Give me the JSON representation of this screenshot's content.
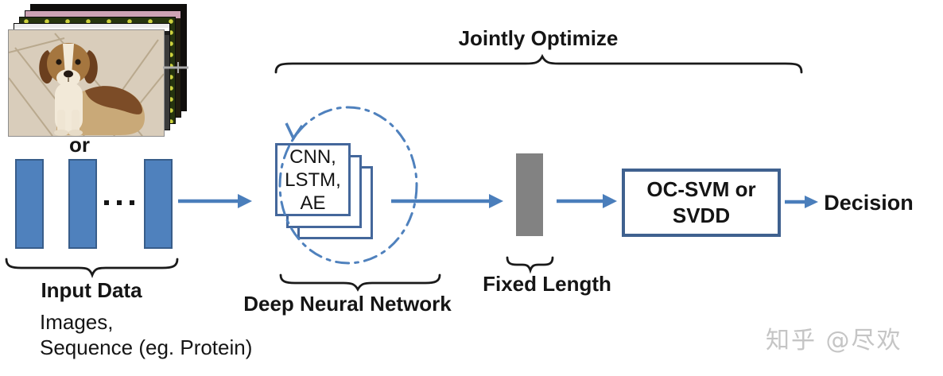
{
  "page": {
    "type": "deep-learning-anomaly-detection-flow-diagram",
    "background": "#ffffff"
  },
  "labels": {
    "jointly_optimize": "Jointly Optimize",
    "or": "or",
    "input_data": "Input Data",
    "input_types": [
      "Images,",
      "Sequence (eg. Protein)"
    ],
    "dnn_box": [
      "CNN,",
      "LSTM,",
      "AE"
    ],
    "deep_neural_network": "Deep Neural Network",
    "fixed_length": "Fixed Length",
    "classifier": [
      "OC-SVM or",
      "SVDD"
    ],
    "decision": "Decision",
    "watermark": "知乎 @尽欢"
  },
  "colors": {
    "input_bar_fill": "#4f81bd",
    "input_bar_border": "#385d8a",
    "arrow": "#4a7ebb",
    "recurrence_ellipse": "#4f81bd",
    "dnn_box_border": "#44679b",
    "classifier_box_border": "#3f618f",
    "feature_bar": "#828282",
    "brace": "#1a1a1a",
    "text": "#151515",
    "watermark": "#c5c5c5"
  }
}
